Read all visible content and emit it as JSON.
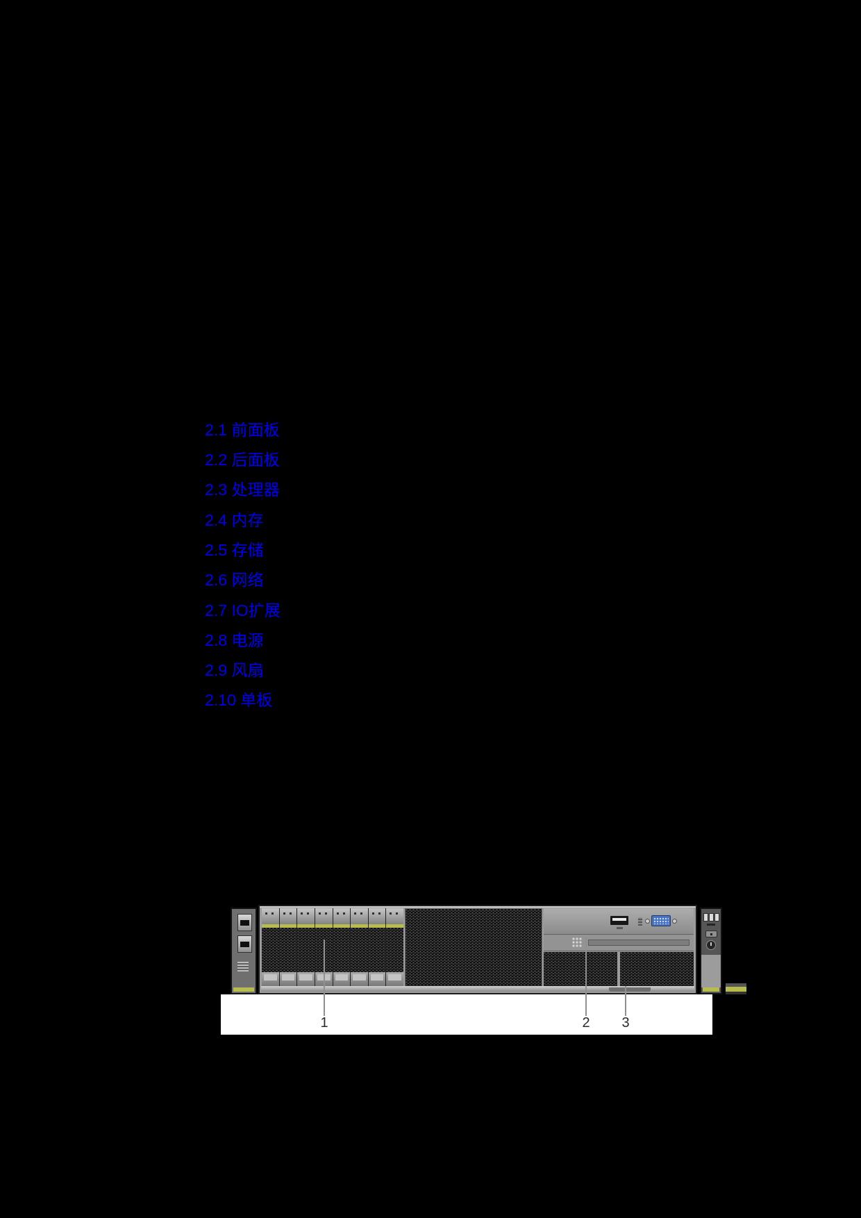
{
  "page": {
    "background": "#000000"
  },
  "toc": {
    "link_color": "#0000EE",
    "items": [
      {
        "label": "2.1 前面板"
      },
      {
        "label": "2.2 后面板"
      },
      {
        "label": "2.3 处理器"
      },
      {
        "label": "2.4 内存"
      },
      {
        "label": "2.5 存储"
      },
      {
        "label": "2.6 网络"
      },
      {
        "label": "2.7 IO扩展"
      },
      {
        "label": "2.8 电源"
      },
      {
        "label": "2.9 风扇"
      },
      {
        "label": "2.10 单板"
      }
    ]
  },
  "figure": {
    "accent_color": "#b6bd4c",
    "vga_color": "#4a72c2",
    "callouts": [
      {
        "number": "1"
      },
      {
        "number": "2"
      },
      {
        "number": "3"
      }
    ]
  }
}
